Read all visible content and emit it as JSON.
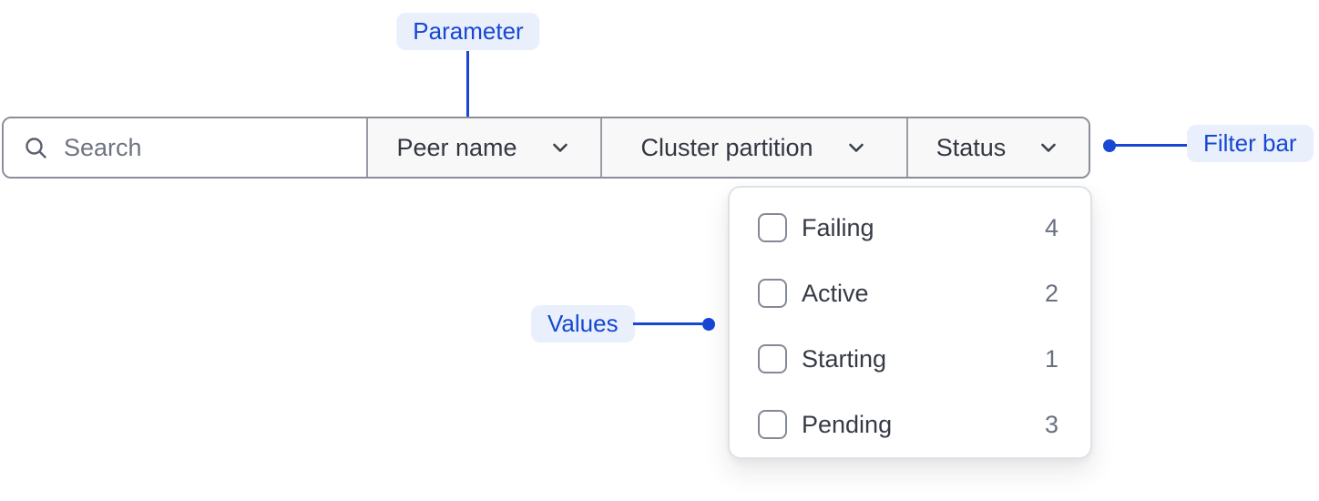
{
  "annotations": {
    "parameter": {
      "label": "Parameter"
    },
    "filter_bar": {
      "label": "Filter bar"
    },
    "values": {
      "label": "Values"
    }
  },
  "filter_bar": {
    "search": {
      "placeholder": "Search",
      "value": ""
    },
    "dropdowns": [
      {
        "label": "Peer name"
      },
      {
        "label": "Cluster partition"
      },
      {
        "label": "Status"
      }
    ]
  },
  "status_dropdown": {
    "options": [
      {
        "label": "Failing",
        "count": "4",
        "checked": false
      },
      {
        "label": "Active",
        "count": "2",
        "checked": false
      },
      {
        "label": "Starting",
        "count": "1",
        "checked": false
      },
      {
        "label": "Pending",
        "count": "3",
        "checked": false
      }
    ]
  },
  "colors": {
    "accent_blue": "#1747D3",
    "annotation_pill_bg": "#E9F0FC",
    "bar_border": "#8A8E98",
    "segment_bg": "#F8F8F9",
    "panel_border": "#E0E2E7",
    "label_text": "#333741",
    "muted_text": "#6A7080"
  }
}
